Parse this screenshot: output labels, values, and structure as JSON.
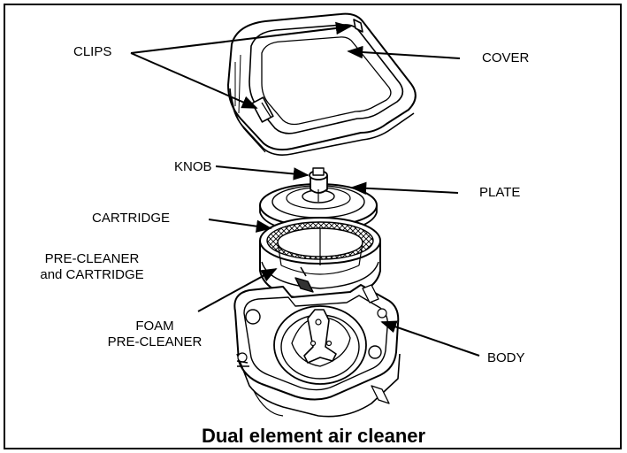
{
  "labels": {
    "clips": "CLIPS",
    "cover": "COVER",
    "knob": "KNOB",
    "plate": "PLATE",
    "cartridge": "CARTRIDGE",
    "pre_cleaner_line1": "PRE-CLEANER",
    "pre_cleaner_line2": "and CARTRIDGE",
    "foam_line1": "FOAM",
    "foam_line2": "PRE-CLEANER",
    "body": "BODY"
  },
  "caption": "Dual element air cleaner",
  "colors": {
    "ink": "#000000",
    "background": "#ffffff",
    "dark_fill": "#333333"
  }
}
